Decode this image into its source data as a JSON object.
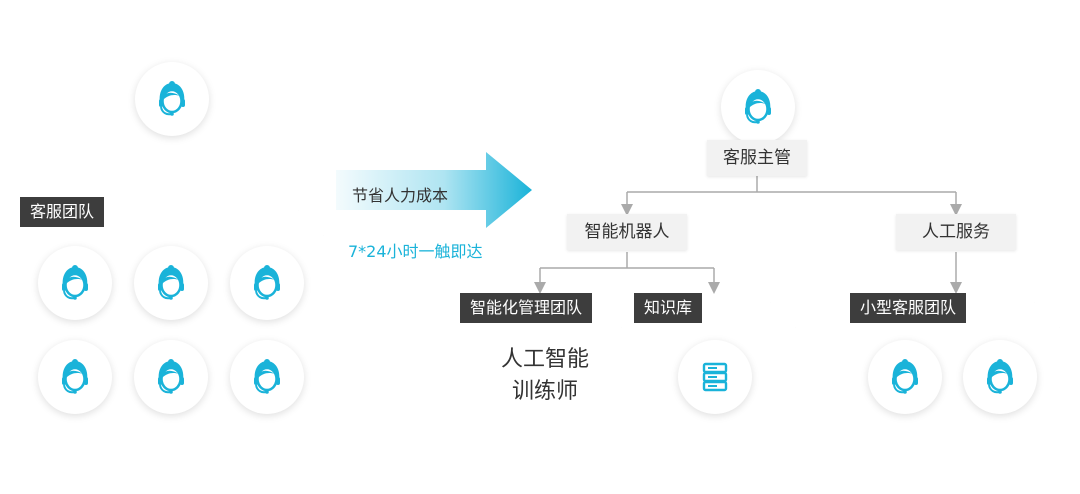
{
  "before": {
    "team_label": "客服团队"
  },
  "transition": {
    "arrow_label": "节省人力成本",
    "tagline": "7*24小时一触即达"
  },
  "after": {
    "manager_label": "客服主管",
    "robot_label": "智能机器人",
    "human_label": "人工服务",
    "smart_team_label": "智能化管理团队",
    "smart_team_text": "人工智能\n训练师",
    "kb_label": "知识库",
    "small_team_label": "小型客服团队"
  },
  "colors": {
    "accent": "#1ab3d9",
    "tab_bg": "#3d3d3d",
    "node_bg": "#f2f2f2",
    "connector": "#aaaaaa"
  },
  "icons": {
    "agent": "customer-service-agent-icon",
    "knowledge": "database-server-icon"
  }
}
